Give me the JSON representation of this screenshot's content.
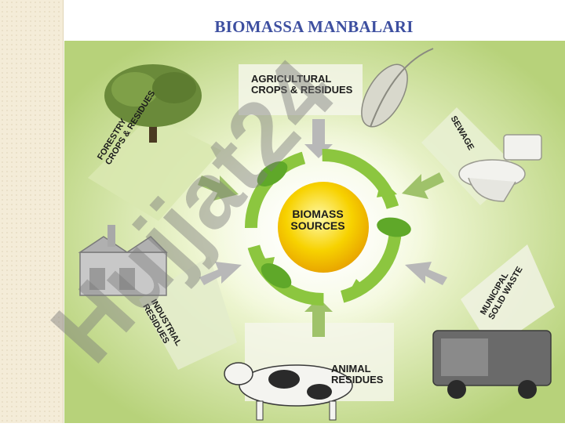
{
  "slide": {
    "title": "BIOMASSA MANBALARI"
  },
  "diagram": {
    "center_label": [
      "BIOMASS",
      "SOURCES"
    ],
    "sources": {
      "agricultural": [
        "AGRICULTURAL",
        "CROPS & RESIDUES"
      ],
      "sewage": [
        "SEWAGE"
      ],
      "forestry": [
        "FORESTRY",
        "CROPS & RESIDUES"
      ],
      "industrial": [
        "INDUSTRIAL",
        "RESIDUES"
      ],
      "municipal": [
        "MUNICIPAL",
        "SOLID WASTE"
      ],
      "animal": [
        "ANIMAL",
        "RESIDUES"
      ]
    },
    "colors": {
      "background_green": "#c8dc8c",
      "ring_green": "#8cc63f",
      "sun_yellow": "#f5c400",
      "arrow_grey": "#b8b8b8",
      "title_blue": "#3d4fa0"
    }
  },
  "watermark": {
    "text": "Hujjat24"
  }
}
